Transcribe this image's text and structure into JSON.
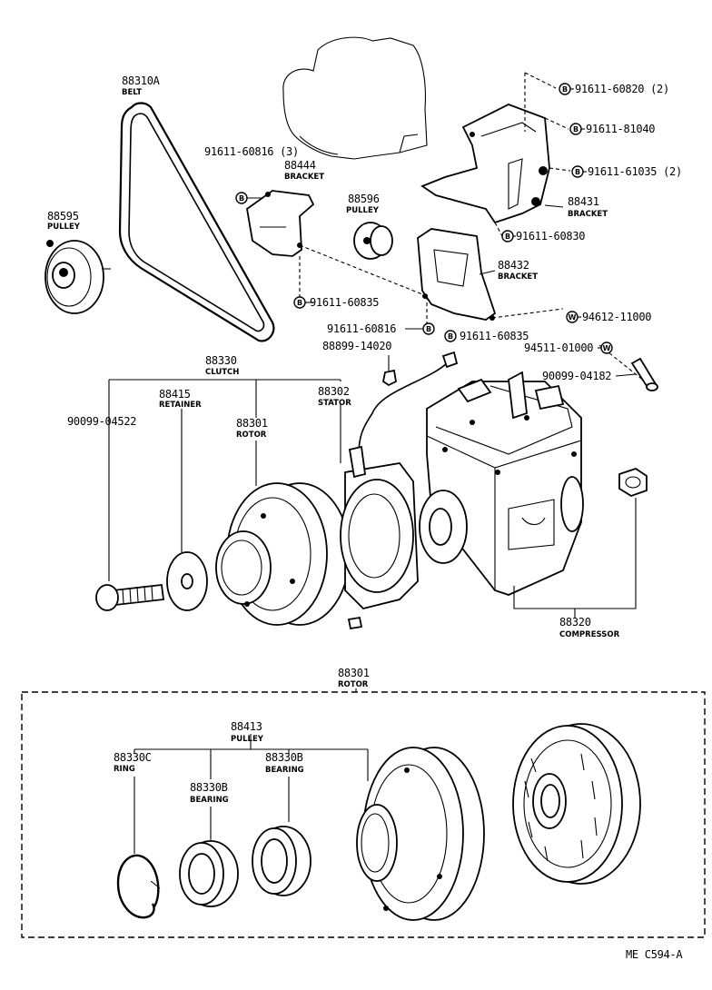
{
  "title": "",
  "diagram_code": "ME C594-A",
  "labels": {
    "belt": {
      "number": "88310A",
      "name": "BELT"
    },
    "pulley_left": {
      "number": "88595",
      "name": "PULLEY"
    },
    "bolt_60816_3": {
      "number": "91611-60816 (3)"
    },
    "bracket_88444": {
      "number": "88444",
      "name": "BRACKET"
    },
    "pulley_88596": {
      "number": "88596",
      "name": "PULLEY"
    },
    "bolt_60820_2": {
      "number": "91611-60820 (2)"
    },
    "bolt_81040": {
      "number": "91611-81040"
    },
    "bolt_61035_2": {
      "number": "91611-61035 (2)"
    },
    "bracket_88431": {
      "number": "88431",
      "name": "BRACKET"
    },
    "bolt_60830": {
      "number": "91611-60830"
    },
    "bracket_88432": {
      "number": "88432",
      "name": "BRACKET"
    },
    "bolt_60835_a": {
      "number": "91611-60835"
    },
    "bolt_60816_b": {
      "number": "91611-60816"
    },
    "bolt_60835_b": {
      "number": "91611-60835"
    },
    "washer_94612": {
      "number": "94612-11000"
    },
    "washer_94511": {
      "number": "94511-01000"
    },
    "clip_88899": {
      "number": "88899-14020"
    },
    "bolt_90099_04182": {
      "number": "90099-04182"
    },
    "clutch": {
      "number": "88330",
      "name": "CLUTCH"
    },
    "bolt_90099_04522": {
      "number": "90099-04522"
    },
    "retainer": {
      "number": "88415",
      "name": "RETAINER"
    },
    "rotor_top": {
      "number": "88301",
      "name": "ROTOR"
    },
    "stator": {
      "number": "88302",
      "name": "STATOR"
    },
    "compressor": {
      "number": "88320",
      "name": "COMPRESSOR"
    },
    "rotor_detail": {
      "number": "88301",
      "name": "ROTOR"
    },
    "pulley_88413": {
      "number": "88413",
      "name": "PULLEY"
    },
    "ring": {
      "number": "88330C",
      "name": "RING"
    },
    "bearing_1": {
      "number": "88330B",
      "name": "BEARING"
    },
    "bearing_2": {
      "number": "88330B",
      "name": "BEARING"
    }
  },
  "symbols": {
    "bolt": "B",
    "washer": "W"
  }
}
